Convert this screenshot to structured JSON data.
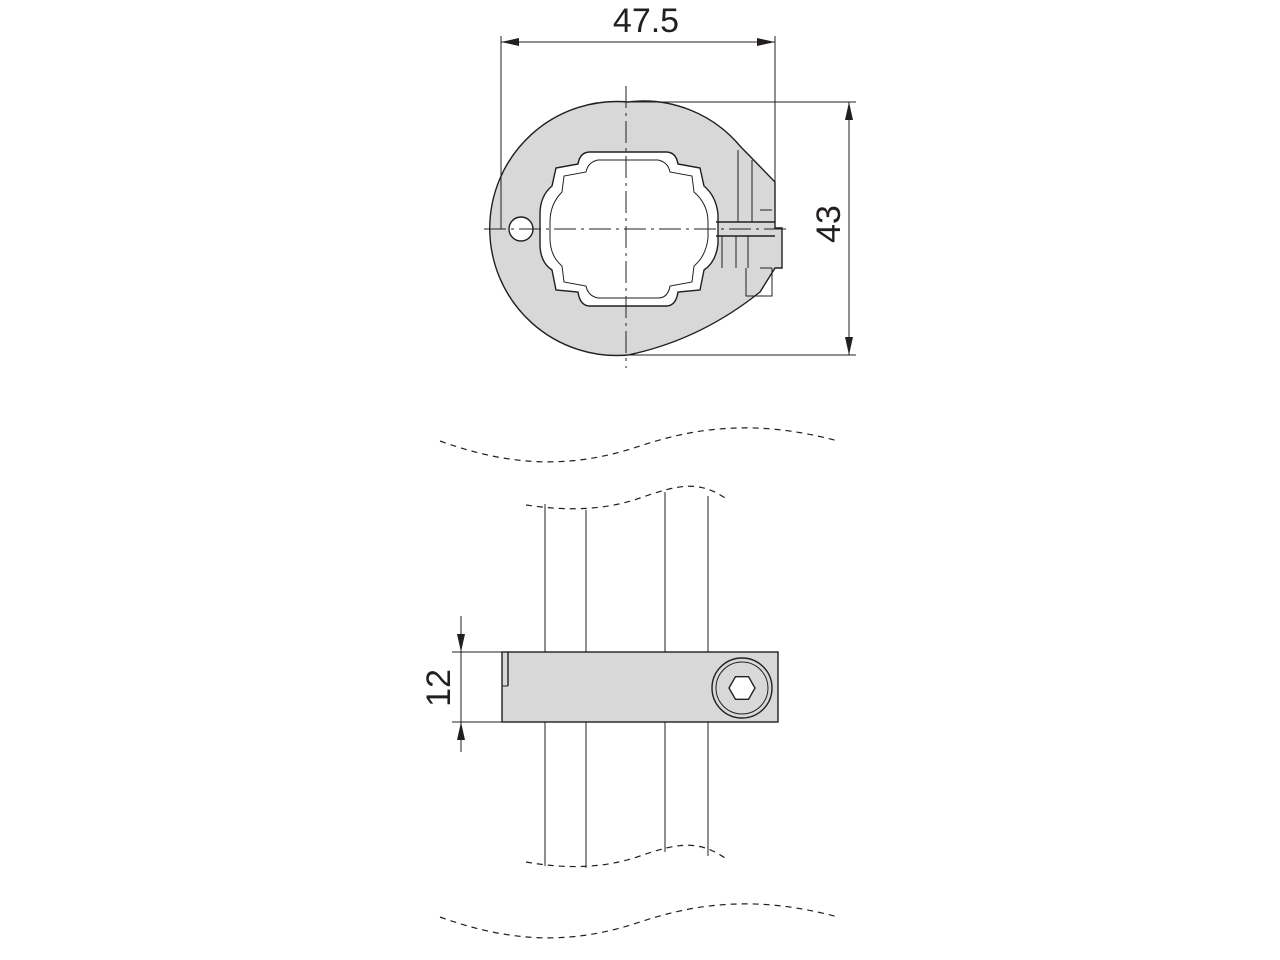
{
  "dimensions": {
    "width_label": "47.5",
    "height_label": "43",
    "thickness_label": "12"
  },
  "colors": {
    "line": "#231f20",
    "part_fill": "#d8d8d8",
    "background": "#ffffff"
  }
}
